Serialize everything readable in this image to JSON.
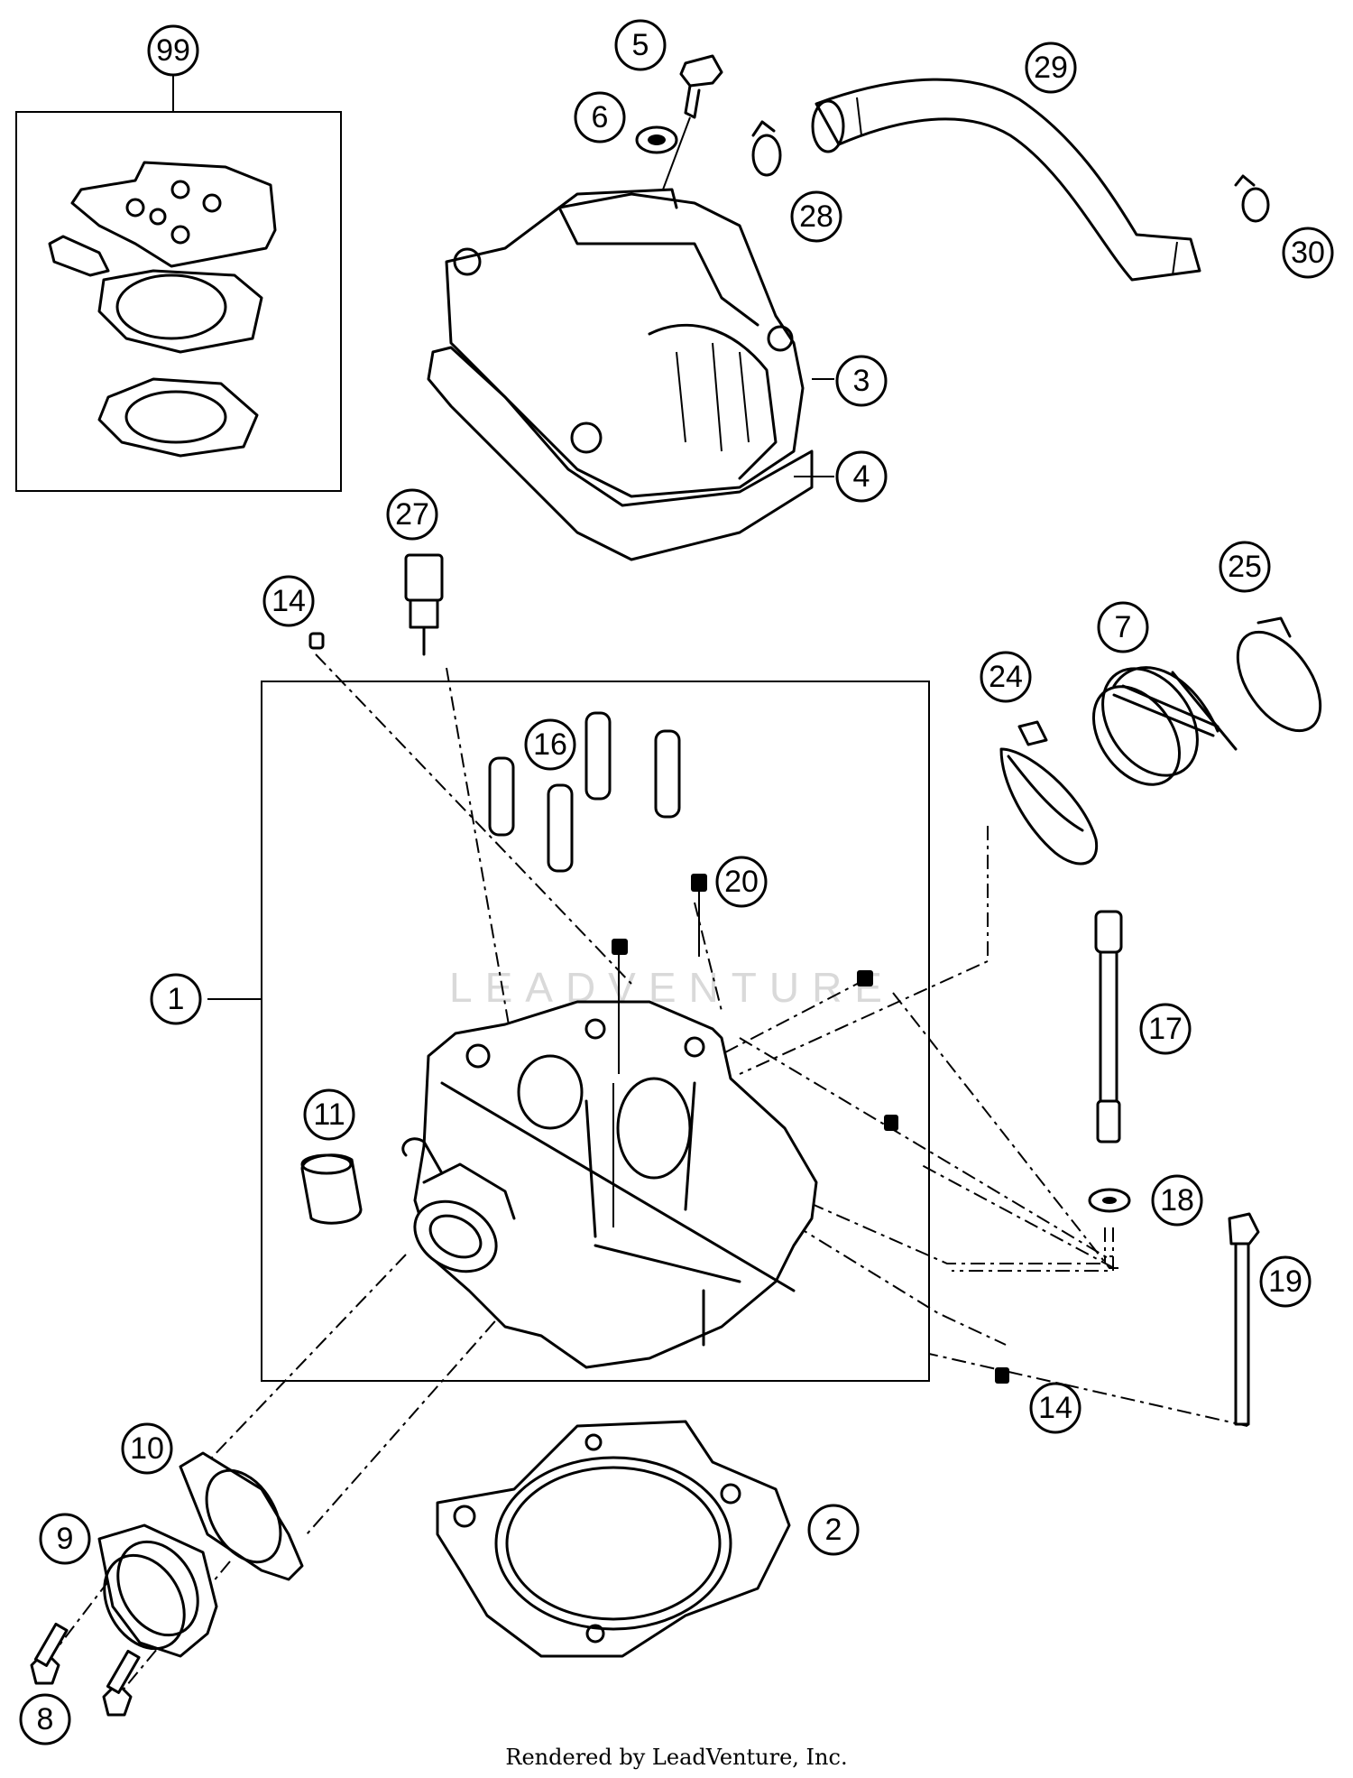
{
  "callouts": [
    {
      "id": "99",
      "label": "99"
    },
    {
      "id": "5",
      "label": "5"
    },
    {
      "id": "6",
      "label": "6"
    },
    {
      "id": "29",
      "label": "29"
    },
    {
      "id": "28",
      "label": "28"
    },
    {
      "id": "30",
      "label": "30"
    },
    {
      "id": "3",
      "label": "3"
    },
    {
      "id": "4",
      "label": "4"
    },
    {
      "id": "27",
      "label": "27"
    },
    {
      "id": "14a",
      "label": "14"
    },
    {
      "id": "25",
      "label": "25"
    },
    {
      "id": "7",
      "label": "7"
    },
    {
      "id": "24",
      "label": "24"
    },
    {
      "id": "16",
      "label": "16"
    },
    {
      "id": "20",
      "label": "20"
    },
    {
      "id": "1",
      "label": "1"
    },
    {
      "id": "17",
      "label": "17"
    },
    {
      "id": "11",
      "label": "11"
    },
    {
      "id": "18",
      "label": "18"
    },
    {
      "id": "19",
      "label": "19"
    },
    {
      "id": "14b",
      "label": "14"
    },
    {
      "id": "10",
      "label": "10"
    },
    {
      "id": "2",
      "label": "2"
    },
    {
      "id": "9",
      "label": "9"
    },
    {
      "id": "8",
      "label": "8"
    }
  ],
  "watermark": "LEADVENTURE",
  "footer": "Rendered by LeadVenture, Inc."
}
